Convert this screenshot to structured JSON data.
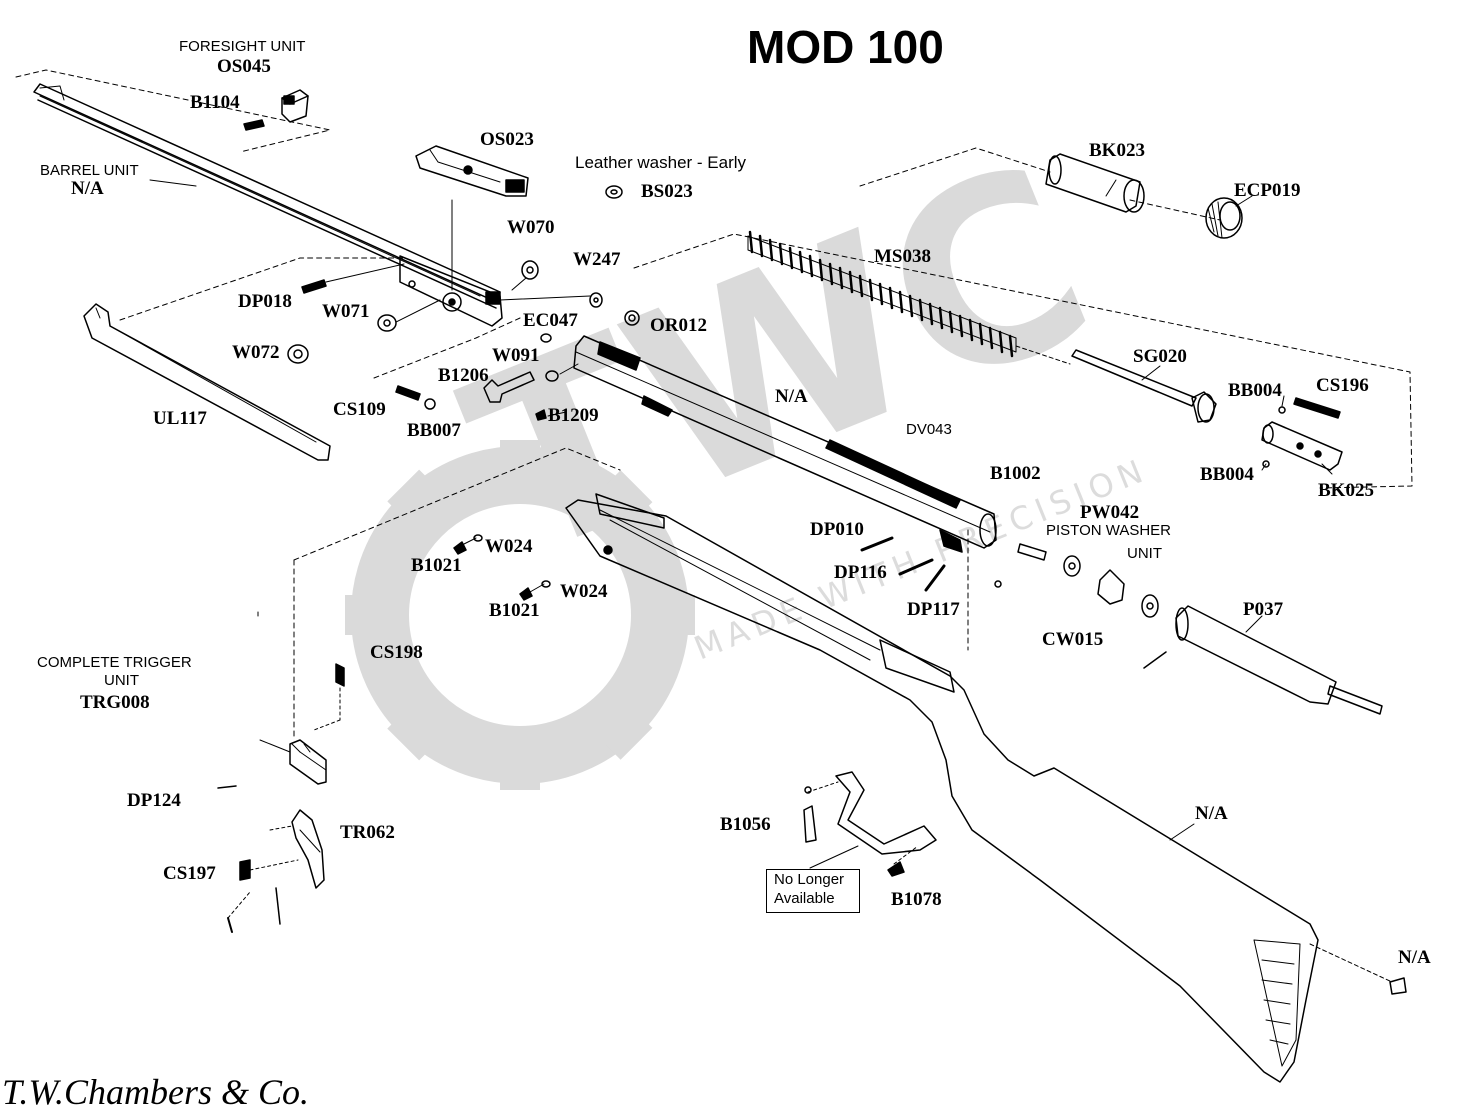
{
  "title": "MOD 100",
  "footer": "T.W.Chambers & Co.",
  "watermark": {
    "logo_text": "TWC",
    "tagline": "MADE WITH PRECISION",
    "color": "#d4d4d4"
  },
  "groups": {
    "foresight": {
      "name": "FORESIGHT UNIT",
      "code": "OS045"
    },
    "barrel": {
      "name": "BARREL UNIT",
      "code": "N/A"
    },
    "trigger": {
      "name_line1": "COMPLETE TRIGGER",
      "name_line2": "UNIT",
      "code": "TRG008"
    },
    "piston_washer": {
      "code": "PW042",
      "name_line1": "PISTON WASHER",
      "name_line2": "UNIT"
    }
  },
  "notes": {
    "leather_washer": "Leather washer - Early",
    "no_longer_available_line1": "No Longer",
    "no_longer_available_line2": "Available"
  },
  "parts": {
    "b1104": "B1104",
    "os023": "OS023",
    "bs023": "BS023",
    "w070": "W070",
    "w247": "W247",
    "or012": "OR012",
    "bk023": "BK023",
    "ecp019": "ECP019",
    "ms038": "MS038",
    "sg020": "SG020",
    "dp018": "DP018",
    "w071": "W071",
    "w072": "W072",
    "ul117": "UL117",
    "ec047": "EC047",
    "w091": "W091",
    "b1206": "B1206",
    "cs109": "CS109",
    "bb007": "BB007",
    "b1209": "B1209",
    "cylinder_na": "N/A",
    "dv043": "DV043",
    "bb004_top": "BB004",
    "cs196": "CS196",
    "bb004_bottom": "BB004",
    "bk025": "BK025",
    "b1002": "B1002",
    "dp010": "DP010",
    "dp116": "DP116",
    "dp117": "DP117",
    "w024_top": "W024",
    "b1021_top": "B1021",
    "w024_bottom": "W024",
    "b1021_bottom": "B1021",
    "cw015": "CW015",
    "p037": "P037",
    "cs198": "CS198",
    "dp124": "DP124",
    "tr062": "TR062",
    "cs197": "CS197",
    "b1056": "B1056",
    "b1078": "B1078",
    "stock_na": "N/A",
    "buttcap_na": "N/A"
  }
}
